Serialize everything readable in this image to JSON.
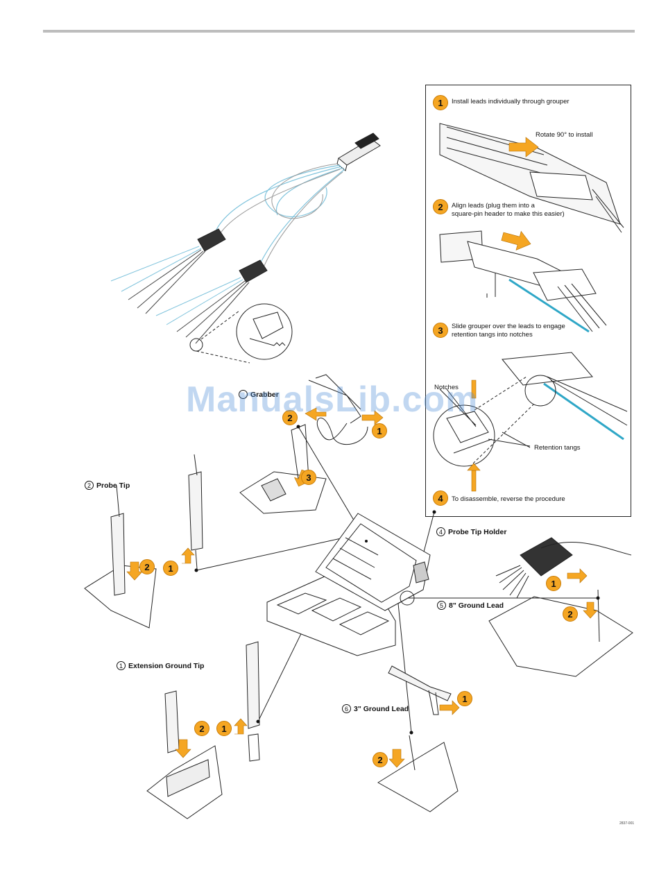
{
  "labels": {
    "gripper": "Grabber",
    "probe_tip": "Probe Tip",
    "extension_ground_tip": "Extension Ground Tip",
    "probe_tip_holder": "Probe Tip Holder",
    "ground_lead_8": "8\" Ground Lead",
    "ground_lead_3": "3\" Ground Lead"
  },
  "label_numbers": {
    "probe_tip": "2",
    "extension_ground_tip": "1",
    "probe_tip_holder": "4",
    "ground_lead_8": "5",
    "ground_lead_3": "6"
  },
  "inset_steps": [
    {
      "num": "1",
      "text": "Install leads individually through grouper"
    },
    {
      "num": "2",
      "text": "Align leads (plug them into a\nsquare-pin header to make this easier)"
    },
    {
      "num": "3",
      "text": "Slide grouper over the leads to engage\nretention tangs into notches"
    },
    {
      "num": "4",
      "text": "To disassemble, reverse the procedure"
    }
  ],
  "inset_callouts": {
    "rotate": "Rotate 90° to install",
    "notches": "Notches",
    "retention_tangs": "Retention tangs"
  },
  "step_badges": {
    "one": "1",
    "two": "2",
    "three": "3"
  },
  "watermark": "ManualsLib.com",
  "figure_number": "2837-001",
  "colors": {
    "accent_orange": "#f5a623",
    "cable_blue": "#7fc3dc",
    "line": "#222222"
  }
}
